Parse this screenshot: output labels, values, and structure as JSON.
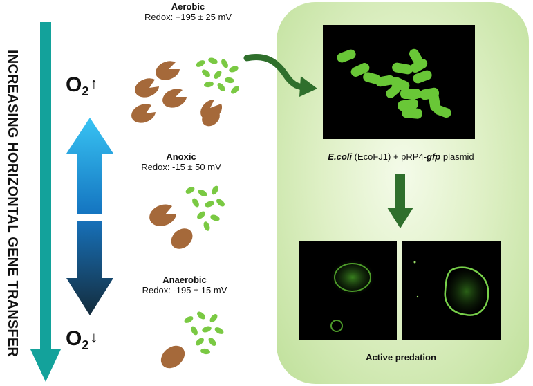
{
  "vertical_label": "INCREASING HORIZONTAL GENE TRANSFER",
  "conditions": [
    {
      "title": "Aerobic",
      "redox": "Redox: +195 ± 25 mV"
    },
    {
      "title": "Anoxic",
      "redox": "Redox: -15 ± 50 mV"
    },
    {
      "title": "Anaerobic",
      "redox": "Redox: -195 ± 15 mV"
    }
  ],
  "o2_top": {
    "symbol": "O",
    "sub": "2",
    "arrow": "↑"
  },
  "o2_bottom": {
    "symbol": "O",
    "sub": "2",
    "arrow": "↓"
  },
  "gfp_caption": {
    "strain_italic": "E.coli",
    "strain_rest": " (EcoFJ1) + pRP4-",
    "gene_italic": "gfp",
    "tail": " plasmid"
  },
  "predation_caption": "Active predation",
  "colors": {
    "teal_arrow": "#13a29b",
    "dark_green_arrow": "#2f6f2c",
    "panel_green": "#bfe09a",
    "bacteria_green": "#7ac943",
    "predator_brown": "#a5693a",
    "gfp_green": "#6fd23a"
  }
}
